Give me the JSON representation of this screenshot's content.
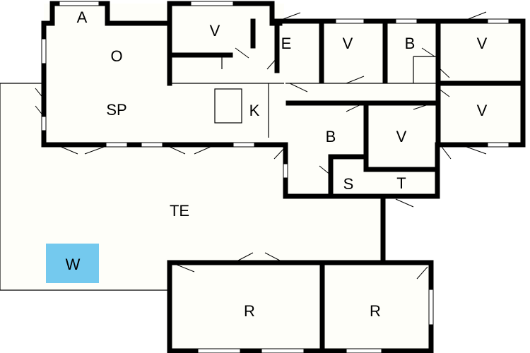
{
  "floorplan": {
    "rooms": [
      {
        "id": "a",
        "label": "A"
      },
      {
        "id": "v1",
        "label": "V"
      },
      {
        "id": "o",
        "label": "O"
      },
      {
        "id": "e",
        "label": "E"
      },
      {
        "id": "v2",
        "label": "V"
      },
      {
        "id": "b1",
        "label": "B"
      },
      {
        "id": "v3",
        "label": "V"
      },
      {
        "id": "sp",
        "label": "SP"
      },
      {
        "id": "k",
        "label": "K"
      },
      {
        "id": "v4",
        "label": "V"
      },
      {
        "id": "b2",
        "label": "B"
      },
      {
        "id": "v5",
        "label": "V"
      },
      {
        "id": "s",
        "label": "S"
      },
      {
        "id": "t",
        "label": "T"
      },
      {
        "id": "te",
        "label": "TE"
      },
      {
        "id": "w",
        "label": "W"
      },
      {
        "id": "r1",
        "label": "R"
      },
      {
        "id": "r2",
        "label": "R"
      }
    ],
    "colors": {
      "wall": "#000000",
      "floor": "#fefef9",
      "highlight": "#74c9ee"
    }
  }
}
